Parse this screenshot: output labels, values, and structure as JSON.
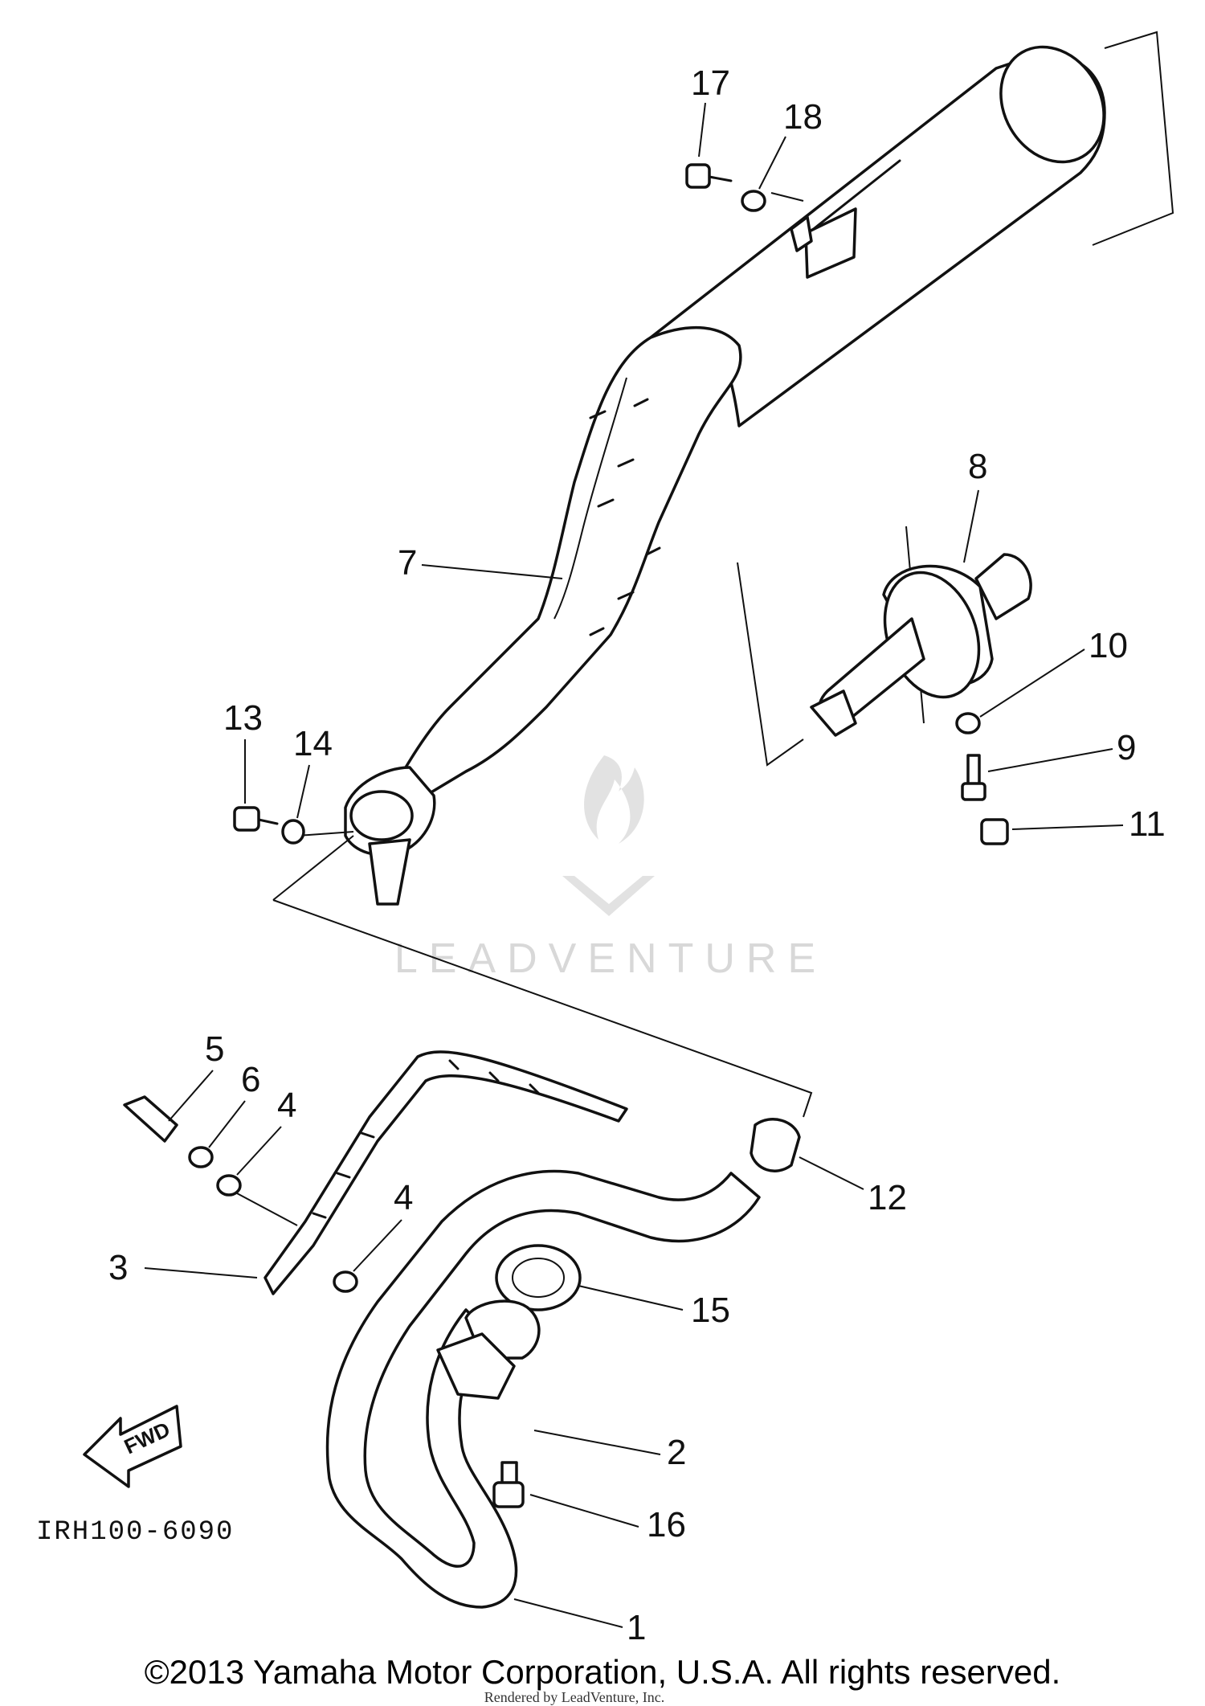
{
  "diagram": {
    "part_labels": [
      "17",
      "18",
      "8",
      "7",
      "10",
      "9",
      "11",
      "13",
      "14",
      "5",
      "6",
      "4",
      "4",
      "12",
      "3",
      "15",
      "2",
      "16",
      "1"
    ],
    "drawing_code": "IRH100-6090",
    "fwd_label": "FWD",
    "watermark": "LEADVENTURE",
    "copyright": "©2013 Yamaha Motor Corporation, U.S.A. All rights reserved.",
    "rendered_by": "Rendered by LeadVenture, Inc."
  }
}
